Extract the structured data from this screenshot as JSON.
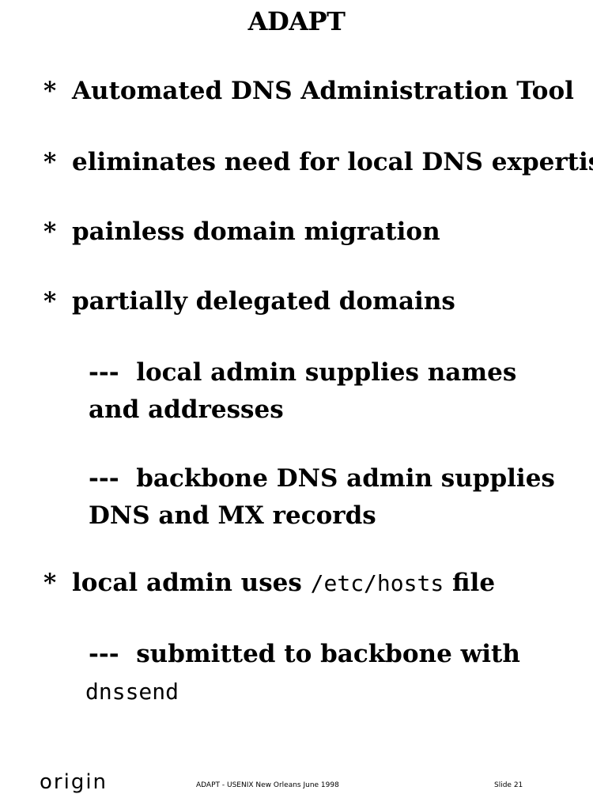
{
  "title": "ADAPT",
  "bullets": [
    {
      "marker": "*",
      "text": "Automated DNS Administration Tool"
    },
    {
      "marker": "*",
      "text": "eliminates need for local DNS expertise"
    },
    {
      "marker": "*",
      "text": "painless domain migration"
    },
    {
      "marker": "*",
      "text": "partially delegated domains"
    },
    {
      "marker": "*",
      "text_before": "local admin uses",
      "code": "/etc/hosts",
      "text_after": "file"
    }
  ],
  "subpoints": [
    {
      "prefix": "---",
      "text": "local admin supplies names and addresses"
    },
    {
      "prefix": "---",
      "text": "backbone DNS admin supplies DNS and MX records"
    },
    {
      "prefix": "---",
      "text": "submitted to backbone with",
      "code": "dnssend"
    }
  ],
  "footer": {
    "logo": "origin",
    "center": "ADAPT - USENIX New Orleans June 1998",
    "right": "Slide 21"
  }
}
